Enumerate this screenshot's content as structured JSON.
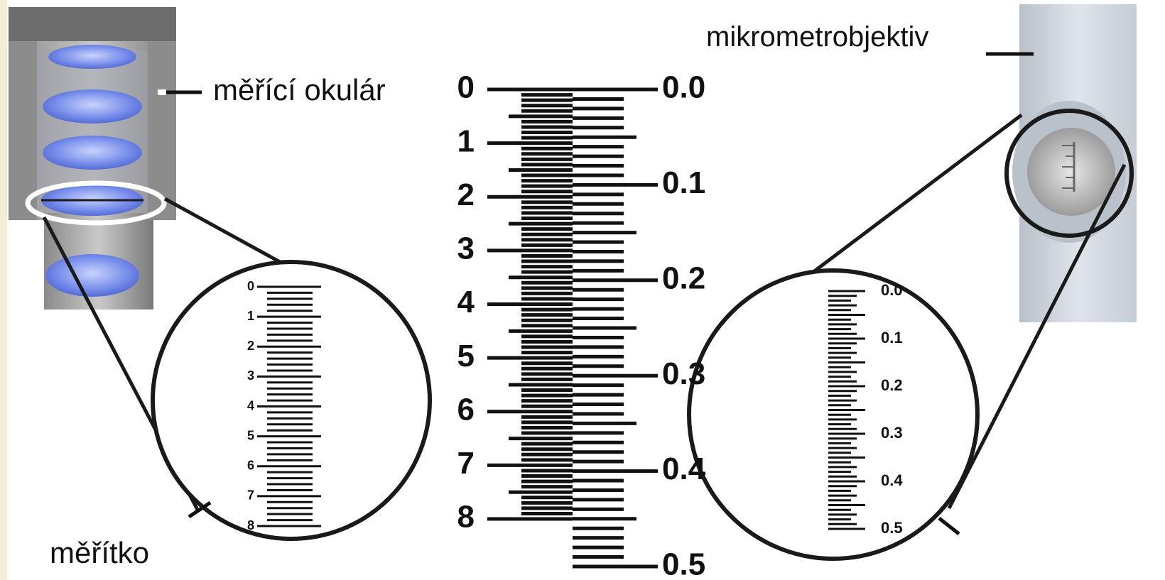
{
  "labels": {
    "eyepiece": "měřící okulár",
    "micrometer": "mikrometrobjektiv",
    "scale": "měřítko"
  },
  "eyepiece_scale_numbers": [
    "0",
    "1",
    "2",
    "3",
    "4",
    "5",
    "6",
    "7",
    "8"
  ],
  "micrometer_scale_numbers": [
    "0.0",
    "0.1",
    "0.2",
    "0.3",
    "0.4",
    "0.5"
  ],
  "colors": {
    "lens": "#6f86e8",
    "lens_light": "#b9c6f5",
    "housing": "#7c7c7c",
    "slide": "#d2d8df",
    "ink": "#111111",
    "frame_left_edge": "#f3ecd6"
  }
}
